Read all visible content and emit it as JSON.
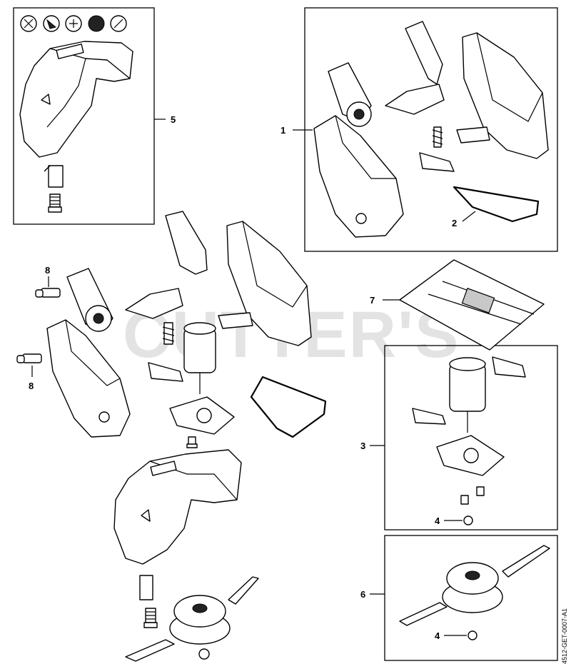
{
  "watermark": "CUTTER'S",
  "drawing_code": "4512-GET-0007-A1",
  "callouts": {
    "c1": "1",
    "c2": "2",
    "c3": "3",
    "c4a": "4",
    "c4b": "4",
    "c5": "5",
    "c6": "6",
    "c7": "7",
    "c8a": "8",
    "c8b": "8"
  }
}
